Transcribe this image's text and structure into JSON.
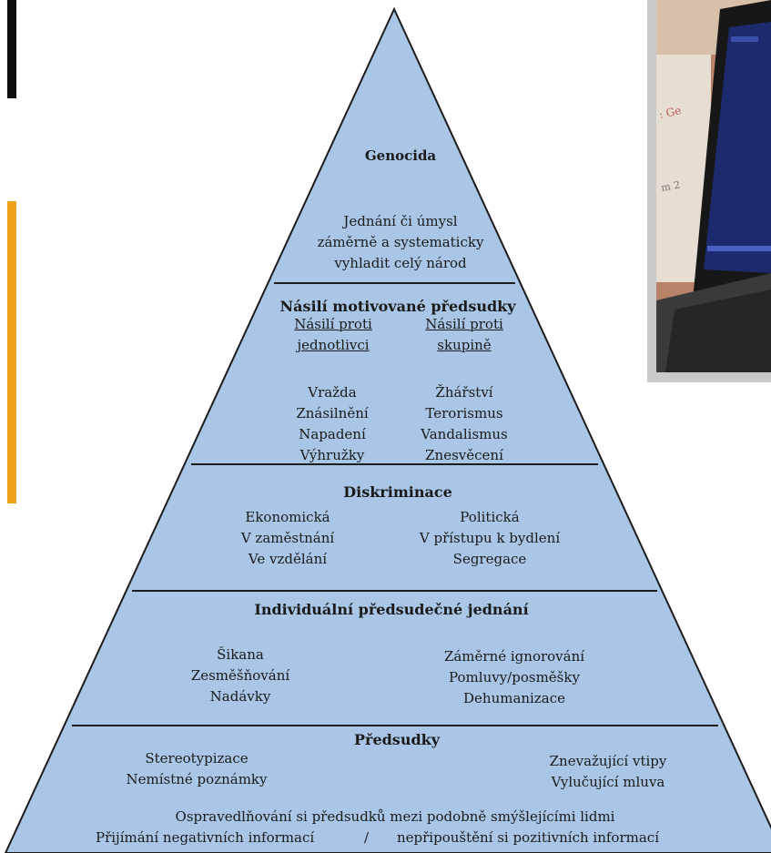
{
  "pyramid": {
    "genocida": {
      "title": "Genocida",
      "lines": [
        "Jednání či úmysl",
        "záměrně a systematicky",
        "vyhladit celý národ"
      ]
    },
    "nasili": {
      "title": "Násilí motivované předsudky",
      "left_header": [
        "Násilí proti",
        "jednotlivci"
      ],
      "right_header": [
        "Násilí proti",
        "skupině"
      ],
      "left_items": [
        "Vražda",
        "Znásilnění",
        "Napadení",
        "Výhružky"
      ],
      "right_items": [
        "Žhářství",
        "Terorismus",
        "Vandalismus",
        "Znesvěcení"
      ]
    },
    "diskriminace": {
      "title": "Diskriminace",
      "left_items": [
        "Ekonomická",
        "V zaměstnání",
        "Ve vzdělání"
      ],
      "right_items": [
        "Politická",
        "V přístupu k bydlení",
        "Segregace"
      ]
    },
    "individualni": {
      "title": "Individuální předsudečné jednání",
      "left_items": [
        "Šikana",
        "Zesměšňování",
        "Nadávky"
      ],
      "right_items": [
        "Záměrné ignorování",
        "Pomluvy/posměšky",
        "Dehumanizace"
      ]
    },
    "predsudky": {
      "title": "Předsudky",
      "left_items": [
        "Stereotypizace",
        "Nemístné poznámky"
      ],
      "right_items": [
        "Znevažující vtipy",
        "Vylučující mluva"
      ],
      "bottom_line1": "Ospravedlňování si předsudků mezi podobně smýšlejícími lidmi",
      "bottom_line2_left": "Přijímání negativních informací",
      "bottom_line2_sep": "/",
      "bottom_line2_right": "nepřipouštění si pozitivních informací"
    }
  },
  "colors": {
    "pyramid_fill": "#a9c6e6",
    "divider": "#1c1c1c",
    "orange_accent": "#f0a11c",
    "black_accent": "#0d0d0d",
    "photo_border": "#c9c9c9"
  }
}
